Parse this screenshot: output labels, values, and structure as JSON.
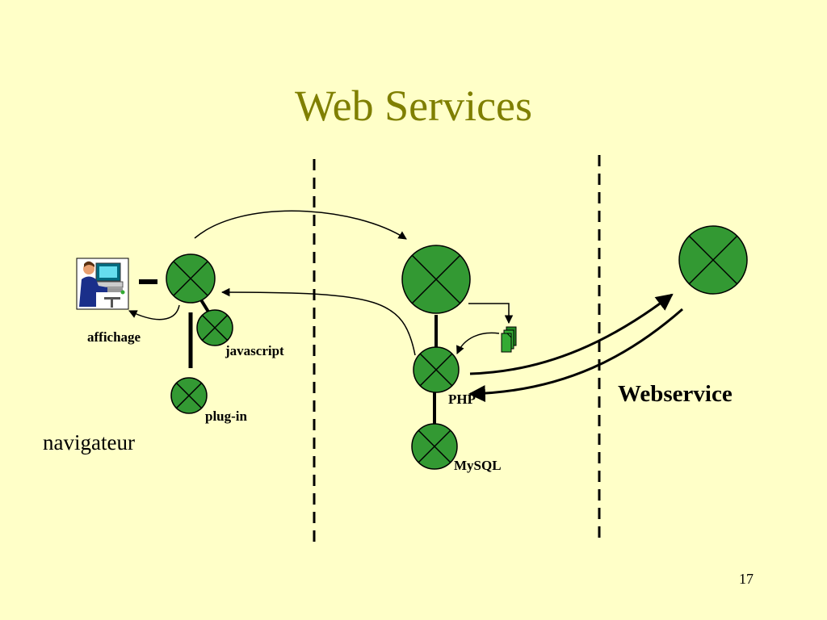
{
  "slide": {
    "title": "Web Services",
    "page_number": "17"
  },
  "diagram": {
    "labels": {
      "affichage": "affichage",
      "javascript": "javascript",
      "plugin": "plug-in",
      "php": "PHP",
      "mysql": "MySQL",
      "navigateur": "navigateur",
      "webservice": "Webservice"
    },
    "colors": {
      "background": "#ffffc8",
      "title": "#7f7f00",
      "node_fill": "#339933",
      "stroke": "#000000"
    },
    "icons": [
      "user-computer-icon",
      "documents-icon"
    ]
  }
}
